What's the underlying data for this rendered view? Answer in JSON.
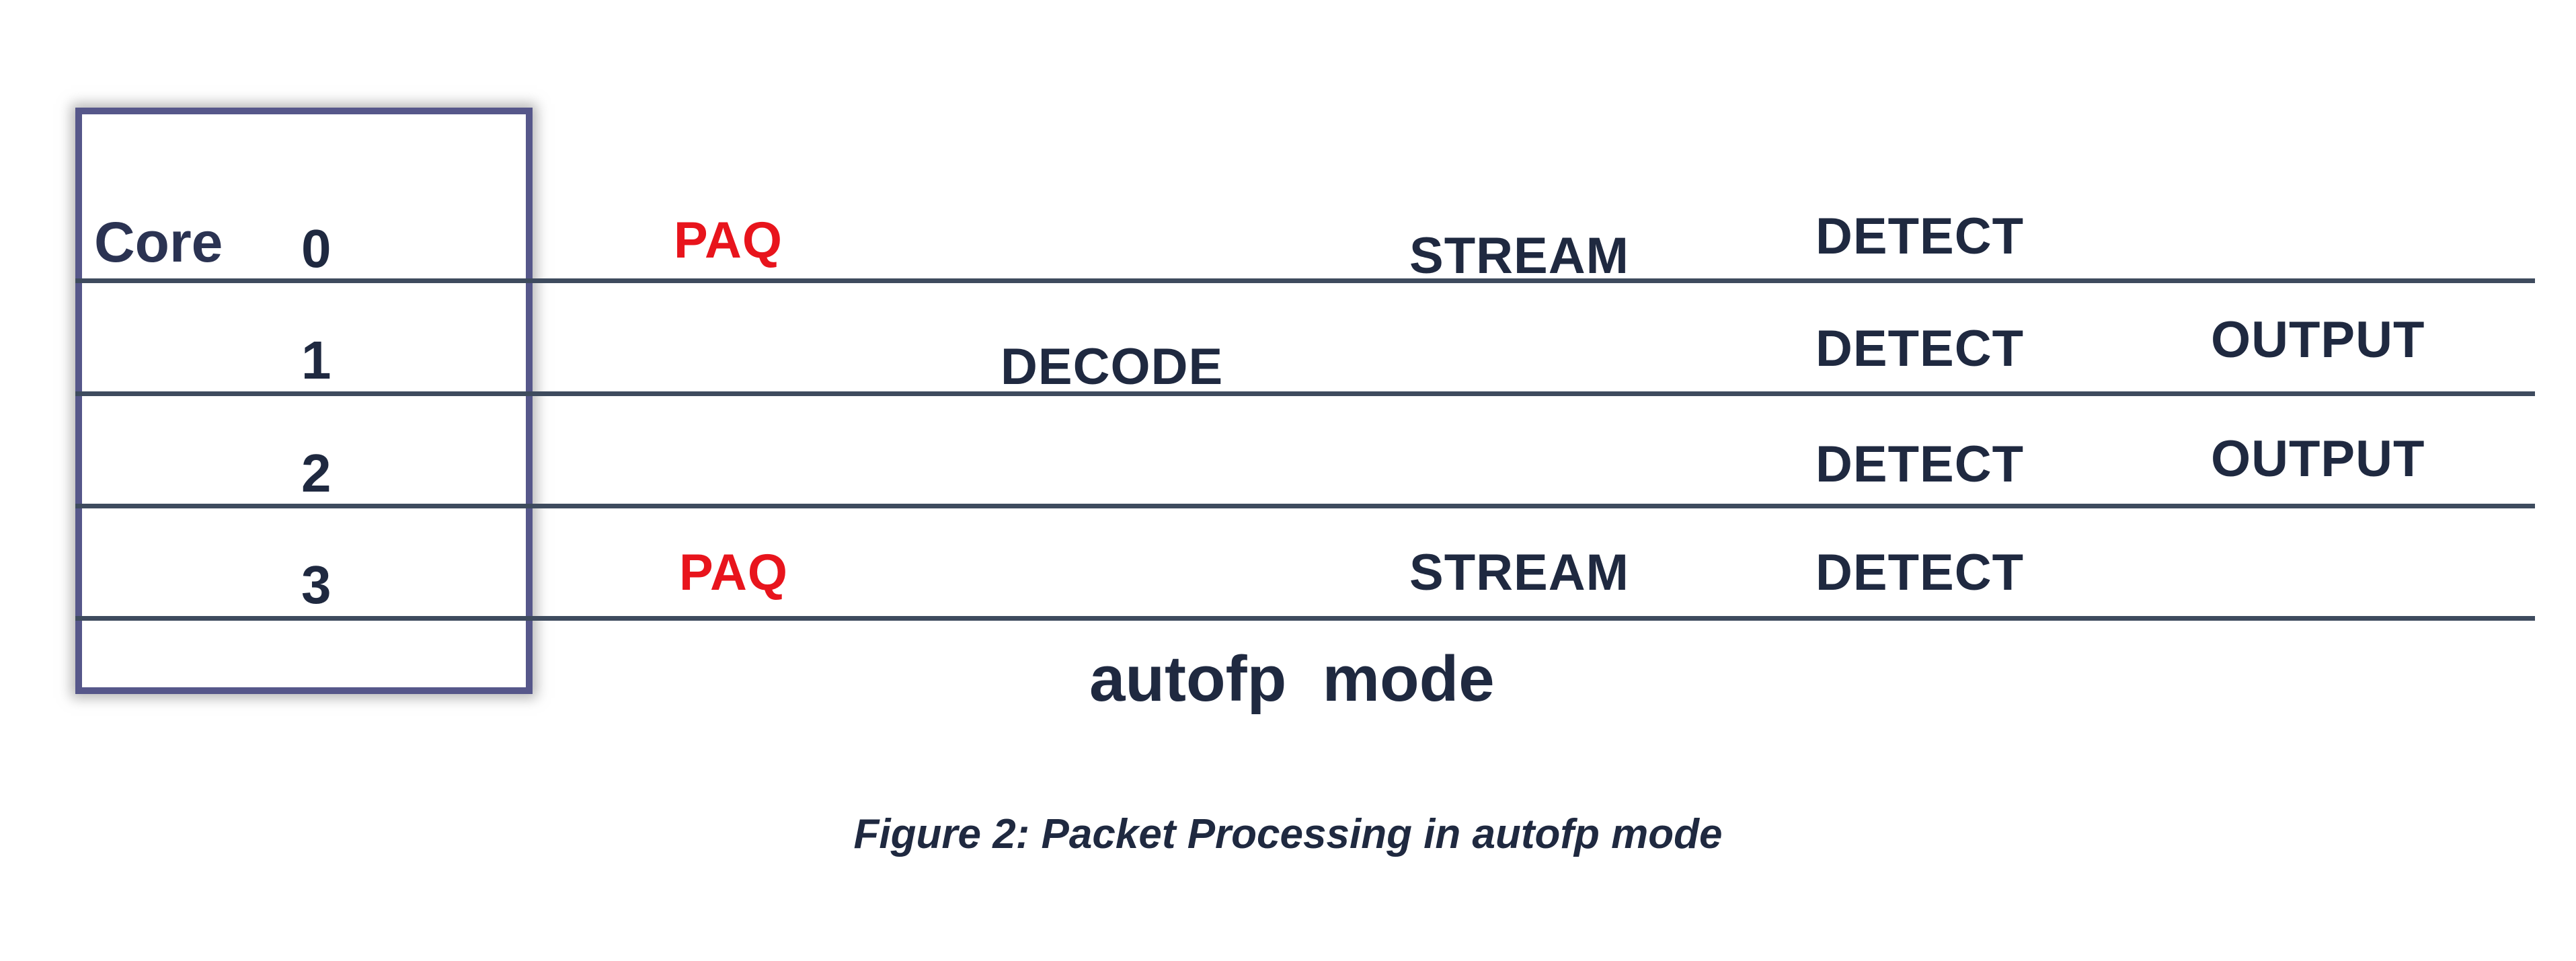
{
  "diagram": {
    "core_label": "Core",
    "rows": [
      {
        "core": "0",
        "stages": [
          {
            "label": "PAQ",
            "highlight": true
          },
          {
            "label": "STREAM",
            "highlight": false
          },
          {
            "label": "DETECT",
            "highlight": false
          }
        ]
      },
      {
        "core": "1",
        "stages": [
          {
            "label": "DECODE",
            "highlight": false
          },
          {
            "label": "DETECT",
            "highlight": false
          },
          {
            "label": "OUTPUT",
            "highlight": false
          }
        ]
      },
      {
        "core": "2",
        "stages": [
          {
            "label": "DETECT",
            "highlight": false
          },
          {
            "label": "OUTPUT",
            "highlight": false
          }
        ]
      },
      {
        "core": "3",
        "stages": [
          {
            "label": "PAQ",
            "highlight": true
          },
          {
            "label": "STREAM",
            "highlight": false
          },
          {
            "label": "DETECT",
            "highlight": false
          }
        ]
      }
    ],
    "mode_title": "autofp  mode",
    "caption": "Figure 2: Packet Processing in autofp mode",
    "colors": {
      "box_border": "#56578a",
      "line": "#3e4b5e",
      "text": "#1f2940",
      "highlight": "#e8141c"
    }
  }
}
